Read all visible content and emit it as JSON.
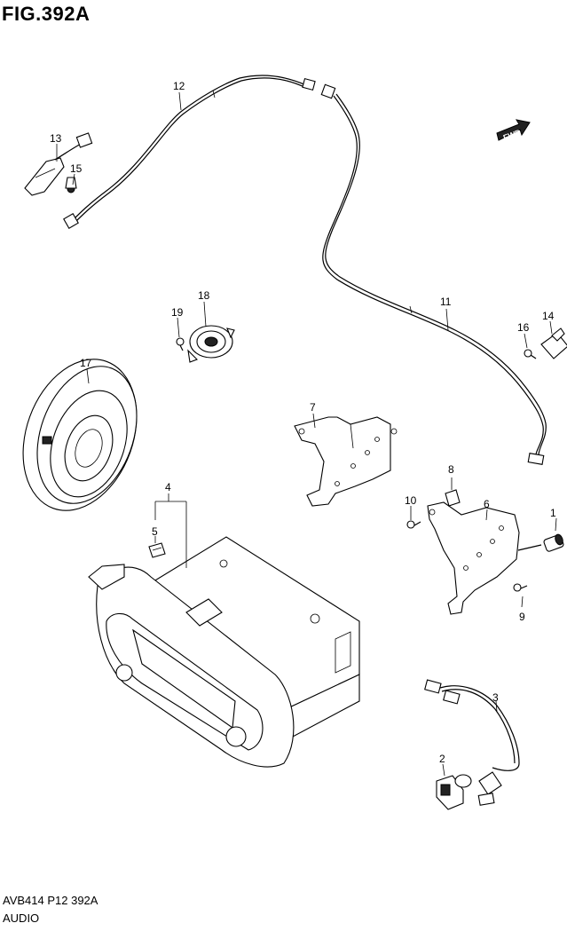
{
  "figure": {
    "title": "FIG.392A",
    "code": "AVB414 P12 392A",
    "section": "AUDIO"
  },
  "direction_marker": {
    "label": "FWD"
  },
  "callouts": [
    {
      "id": "c1",
      "label": "1"
    },
    {
      "id": "c2",
      "label": "2"
    },
    {
      "id": "c3",
      "label": "3"
    },
    {
      "id": "c4",
      "label": "4"
    },
    {
      "id": "c5",
      "label": "5"
    },
    {
      "id": "c6",
      "label": "6"
    },
    {
      "id": "c7",
      "label": "7"
    },
    {
      "id": "c8",
      "label": "8"
    },
    {
      "id": "c9",
      "label": "9"
    },
    {
      "id": "c10",
      "label": "10"
    },
    {
      "id": "c11",
      "label": "11"
    },
    {
      "id": "c12",
      "label": "12"
    },
    {
      "id": "c13",
      "label": "13"
    },
    {
      "id": "c14",
      "label": "14"
    },
    {
      "id": "c15",
      "label": "15"
    },
    {
      "id": "c16",
      "label": "16"
    },
    {
      "id": "c17",
      "label": "17"
    },
    {
      "id": "c18",
      "label": "18"
    },
    {
      "id": "c19",
      "label": "19"
    }
  ]
}
